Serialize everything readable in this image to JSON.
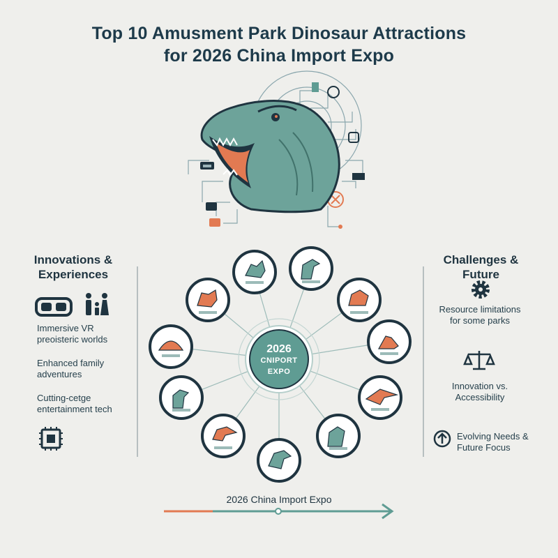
{
  "header": {
    "title_line1": "Top 10 Amusment Park Dinosaur Attractions",
    "title_line2": "for 2026 China Import Expo"
  },
  "left_panel": {
    "heading_line1": "Innovations &",
    "heading_line2": "Experiences",
    "items": [
      {
        "line1": "Immersive VR",
        "line2": "preoisteric worlds"
      },
      {
        "line1": "Enhanced family",
        "line2": "adventures"
      },
      {
        "line1": "Cutting-cetge",
        "line2": "entertainment tech"
      }
    ],
    "icons": [
      "vr-headset-icon",
      "family-icon",
      "chip-icon"
    ]
  },
  "right_panel": {
    "heading_line1": "Challenges &",
    "heading_line2": "Future",
    "items": [
      {
        "line1": "Resource limitations",
        "line2": "for some parks"
      },
      {
        "line1": "Innovation vs.",
        "line2": "Accessibility"
      },
      {
        "line1": "Evolving Needs &",
        "line2": "Future Focus"
      }
    ],
    "icons": [
      "gear-icon",
      "scale-icon",
      "arrow-up-icon"
    ]
  },
  "hub": {
    "line1": "2026",
    "line2": "CNIPORT",
    "line3": "EXPO"
  },
  "timeline": {
    "label": "2026 China Import Expo"
  },
  "colors": {
    "teal": "#5f9c93",
    "dark": "#1f3440",
    "orange": "#e27a52",
    "background": "#efefec"
  }
}
